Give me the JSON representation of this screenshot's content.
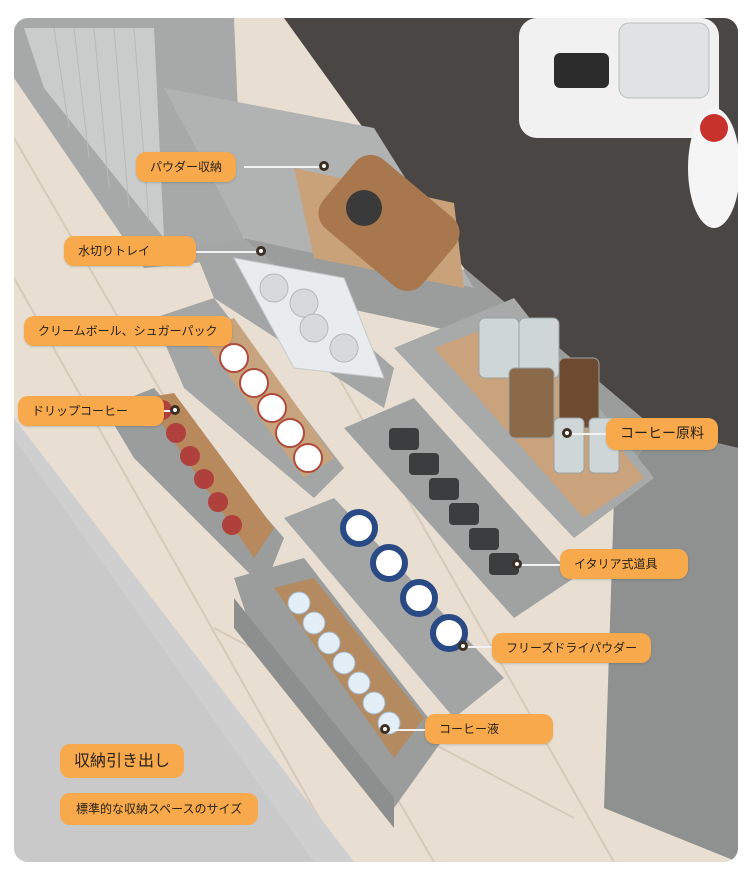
{
  "callouts": {
    "powder": "パウダー収納",
    "drain_tray": "水切りトレイ",
    "cream_ball": "クリームボール、シュガーパック",
    "drip_coffee": "ドリップコーヒー",
    "coffee_raw": "コーヒー原料",
    "italian_tools": "イタリア式道具",
    "freeze_dry": "フリーズドライパウダー",
    "coffee_liquid": "コーヒー液"
  },
  "footer": {
    "title": "収納引き出し",
    "subtitle": "標準的な収納スペースのサイズ"
  },
  "colors": {
    "callout": "#f7a94b",
    "cabinet": "#9ea1a0",
    "countertop": "#4a4644",
    "floor": "#e7ddd0"
  }
}
